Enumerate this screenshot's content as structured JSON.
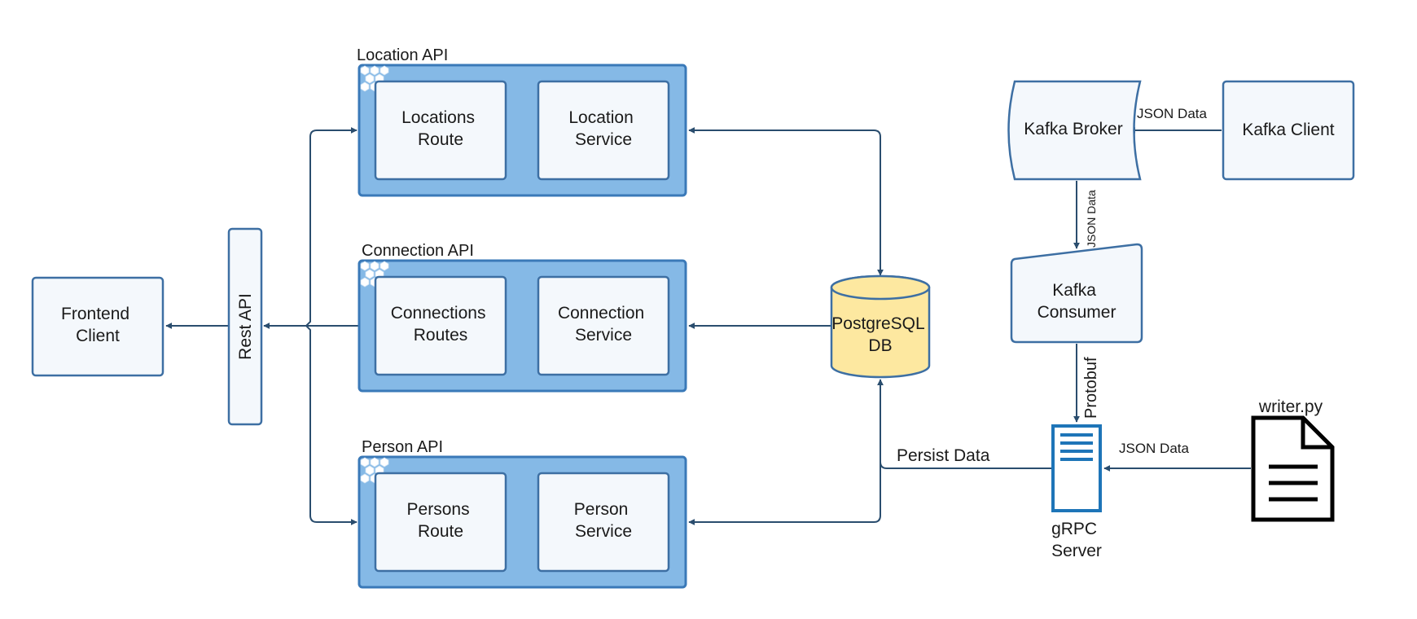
{
  "apis": {
    "location": {
      "title": "Location API",
      "route": [
        "Locations",
        "Route"
      ],
      "service": [
        "Location",
        "Service"
      ]
    },
    "connection": {
      "title": "Connection API",
      "route": [
        "Connections",
        "Routes"
      ],
      "service": [
        "Connection",
        "Service"
      ]
    },
    "person": {
      "title": "Person API",
      "route": [
        "Persons",
        "Route"
      ],
      "service": [
        "Person",
        "Service"
      ]
    }
  },
  "frontend": [
    "Frontend",
    "Client"
  ],
  "rest_api": "Rest API",
  "database": [
    "PostgreSQL",
    "DB"
  ],
  "kafka": {
    "broker": "Kafka Broker",
    "client": "Kafka Client",
    "consumer": [
      "Kafka",
      "Consumer"
    ]
  },
  "grpc": [
    "gRPC",
    "Server"
  ],
  "writer": "writer.py",
  "edge_labels": {
    "client_to_broker": "JSON Data",
    "broker_to_consumer": "JSON Data",
    "consumer_to_grpc": "Protobuf",
    "writer_to_grpc": "JSON Data",
    "grpc_to_db": "Persist Data"
  },
  "colors": {
    "group_fill": "#85b9e6",
    "group_stroke": "#3a79b8",
    "box_fill": "#f4f8fc",
    "box_stroke": "#3d6fa3",
    "db_fill": "#fde8a0",
    "arrow": "#2a4d6e",
    "grpc_blue": "#1e75b8"
  }
}
